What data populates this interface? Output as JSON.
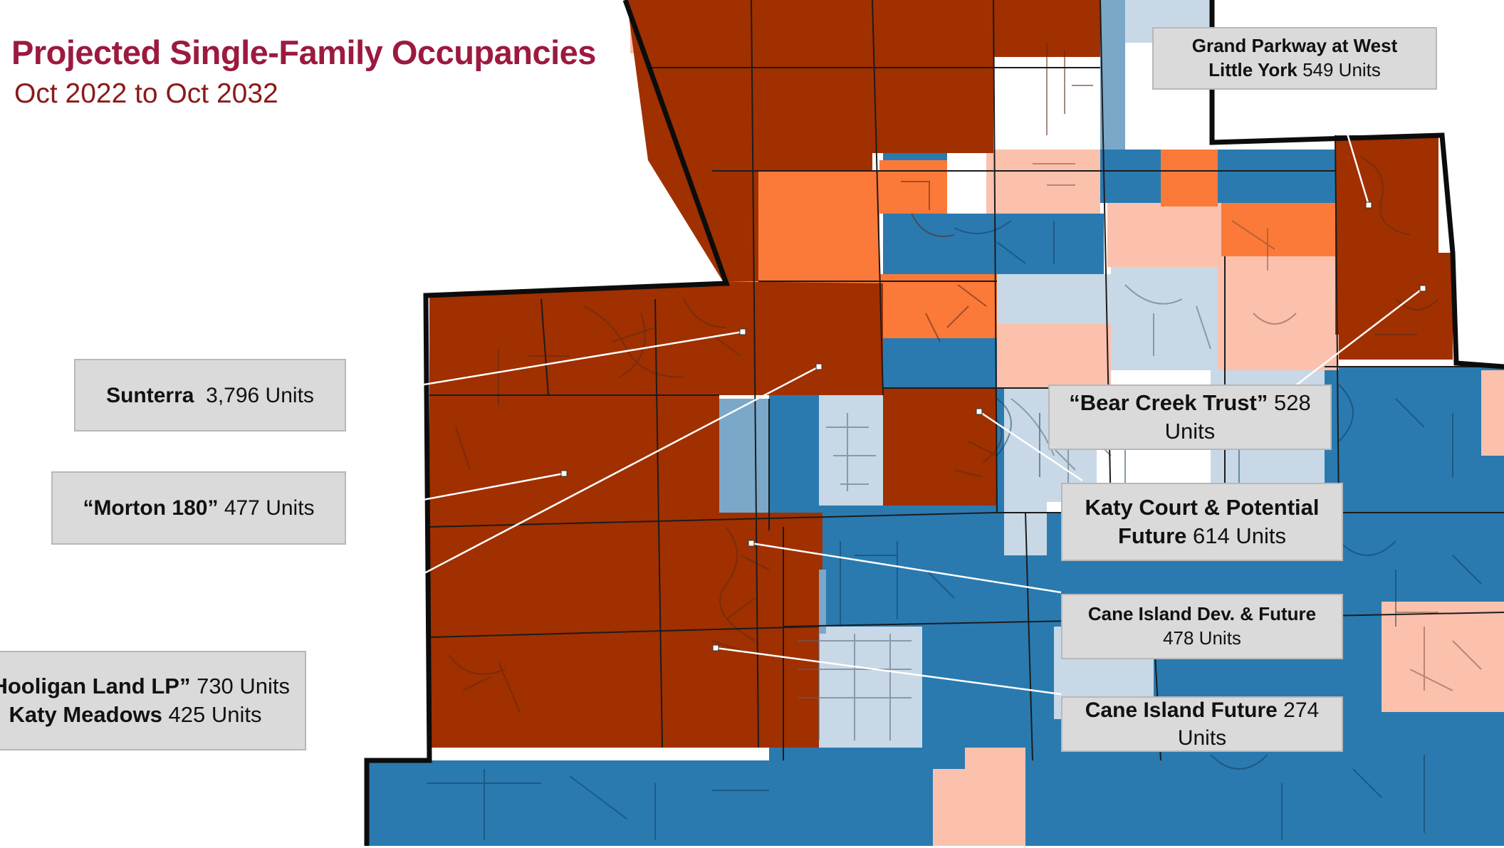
{
  "title": "Projected Single-Family Occupancies",
  "subtitle": "Oct 2022 to Oct 2032",
  "colors": {
    "dark_red": "#a03000",
    "orange": "#fb7a39",
    "light_pink": "#fbc1ad",
    "pale_blue": "#c8d8e6",
    "mid_blue": "#7ba8c8",
    "blue": "#2a7ab0",
    "callout_bg": "#dadada",
    "title_color": "#9b1a3e"
  },
  "callouts": [
    {
      "id": "sunterra",
      "name": "Sunterra",
      "units": "3,796 Units"
    },
    {
      "id": "morton",
      "name": "“Morton 180”",
      "units": "477 Units"
    },
    {
      "id": "hooligan",
      "name": "“Hooligan Land LP”",
      "units": "730 Units",
      "name2": "Katy Meadows",
      "units2": "425 Units"
    },
    {
      "id": "grand",
      "name": "Grand Parkway at West",
      "name_b": "Little York",
      "units": "549 Units"
    },
    {
      "id": "bearcreek",
      "name": "“Bear Creek Trust”",
      "units": "528",
      "line2": "Units"
    },
    {
      "id": "katycourt",
      "name": "Katy Court & Potential",
      "name_b": "Future",
      "units": "614 Units"
    },
    {
      "id": "caneisland",
      "name": "Cane Island Dev. & Future",
      "line2": "478 Units"
    },
    {
      "id": "canefuture",
      "name": "Cane Island Future",
      "units": "274",
      "line2": "Units"
    }
  ]
}
